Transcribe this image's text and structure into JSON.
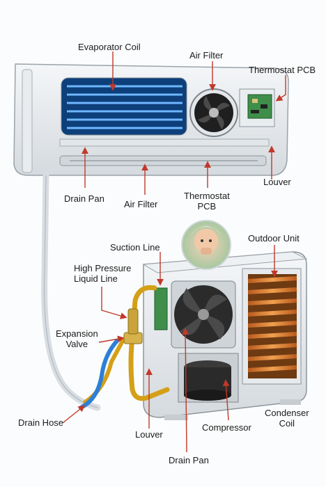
{
  "labels": {
    "evaporator_coil": "Evaporator Coil",
    "air_filter_top": "Air Filter",
    "thermostat_pcb_top": "Thermostat PCB",
    "louver_indoor": "Louver",
    "drain_pan_indoor": "Drain Pan",
    "air_filter_bottom": "Air Filter",
    "thermostat_pcb_bottom": "Thermostat\nPCB",
    "suction_line": "Suction Line",
    "outdoor_unit": "Outdoor Unit",
    "high_pressure_liquid_line": "High Pressure\nLiquid Line",
    "expansion_valve": "Expansion\nValve",
    "drain_hose": "Drain Hose",
    "louver_outdoor": "Louver",
    "compressor": "Compressor",
    "condenser_coil": "Condenser\nCoil",
    "drain_pan_outdoor": "Drain Pan"
  },
  "colors": {
    "arrow": "#c0392b",
    "coil_blue": "#2d7fd6",
    "coil_copper": "#d9782a",
    "pipe_gold": "#d4a017",
    "pcb_green": "#3f8f4a",
    "fan_dark": "#2b2b2b"
  }
}
